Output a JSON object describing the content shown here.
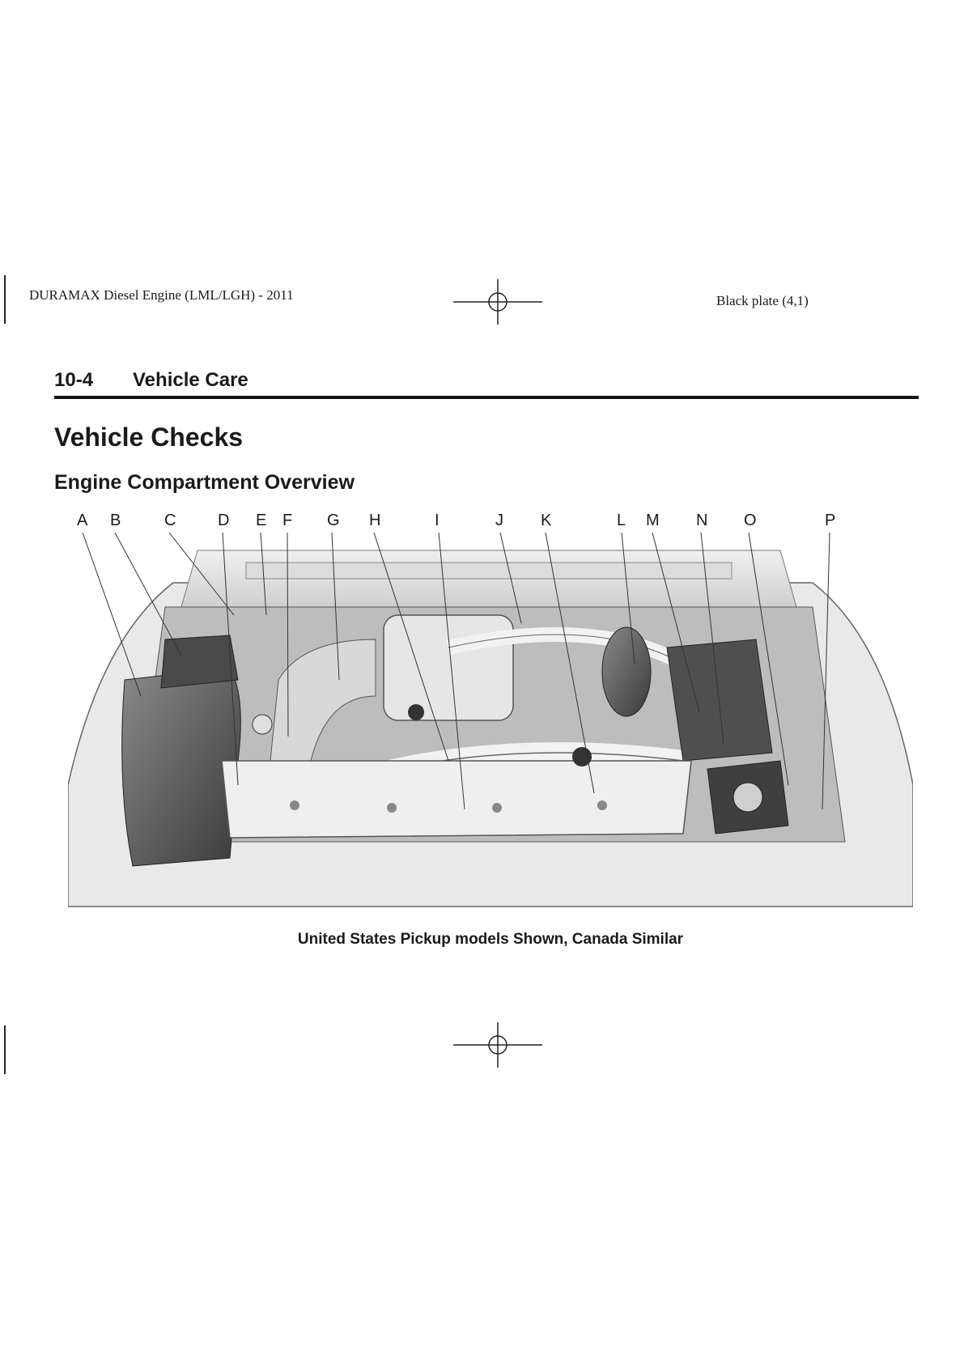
{
  "header": {
    "left": "DURAMAX Diesel Engine (LML/LGH) - 2011",
    "right": "Black plate (4,1)"
  },
  "section": {
    "number": "10-4",
    "title": "Vehicle Care"
  },
  "heading": "Vehicle Checks",
  "subheading": "Engine Compartment Overview",
  "figure": {
    "callouts": [
      "A",
      "B",
      "C",
      "D",
      "E",
      "F",
      "G",
      "H",
      "I",
      "J",
      "K",
      "L",
      "M",
      "N",
      "O",
      "P"
    ]
  },
  "caption": "United States Pickup models Shown, Canada Similar"
}
